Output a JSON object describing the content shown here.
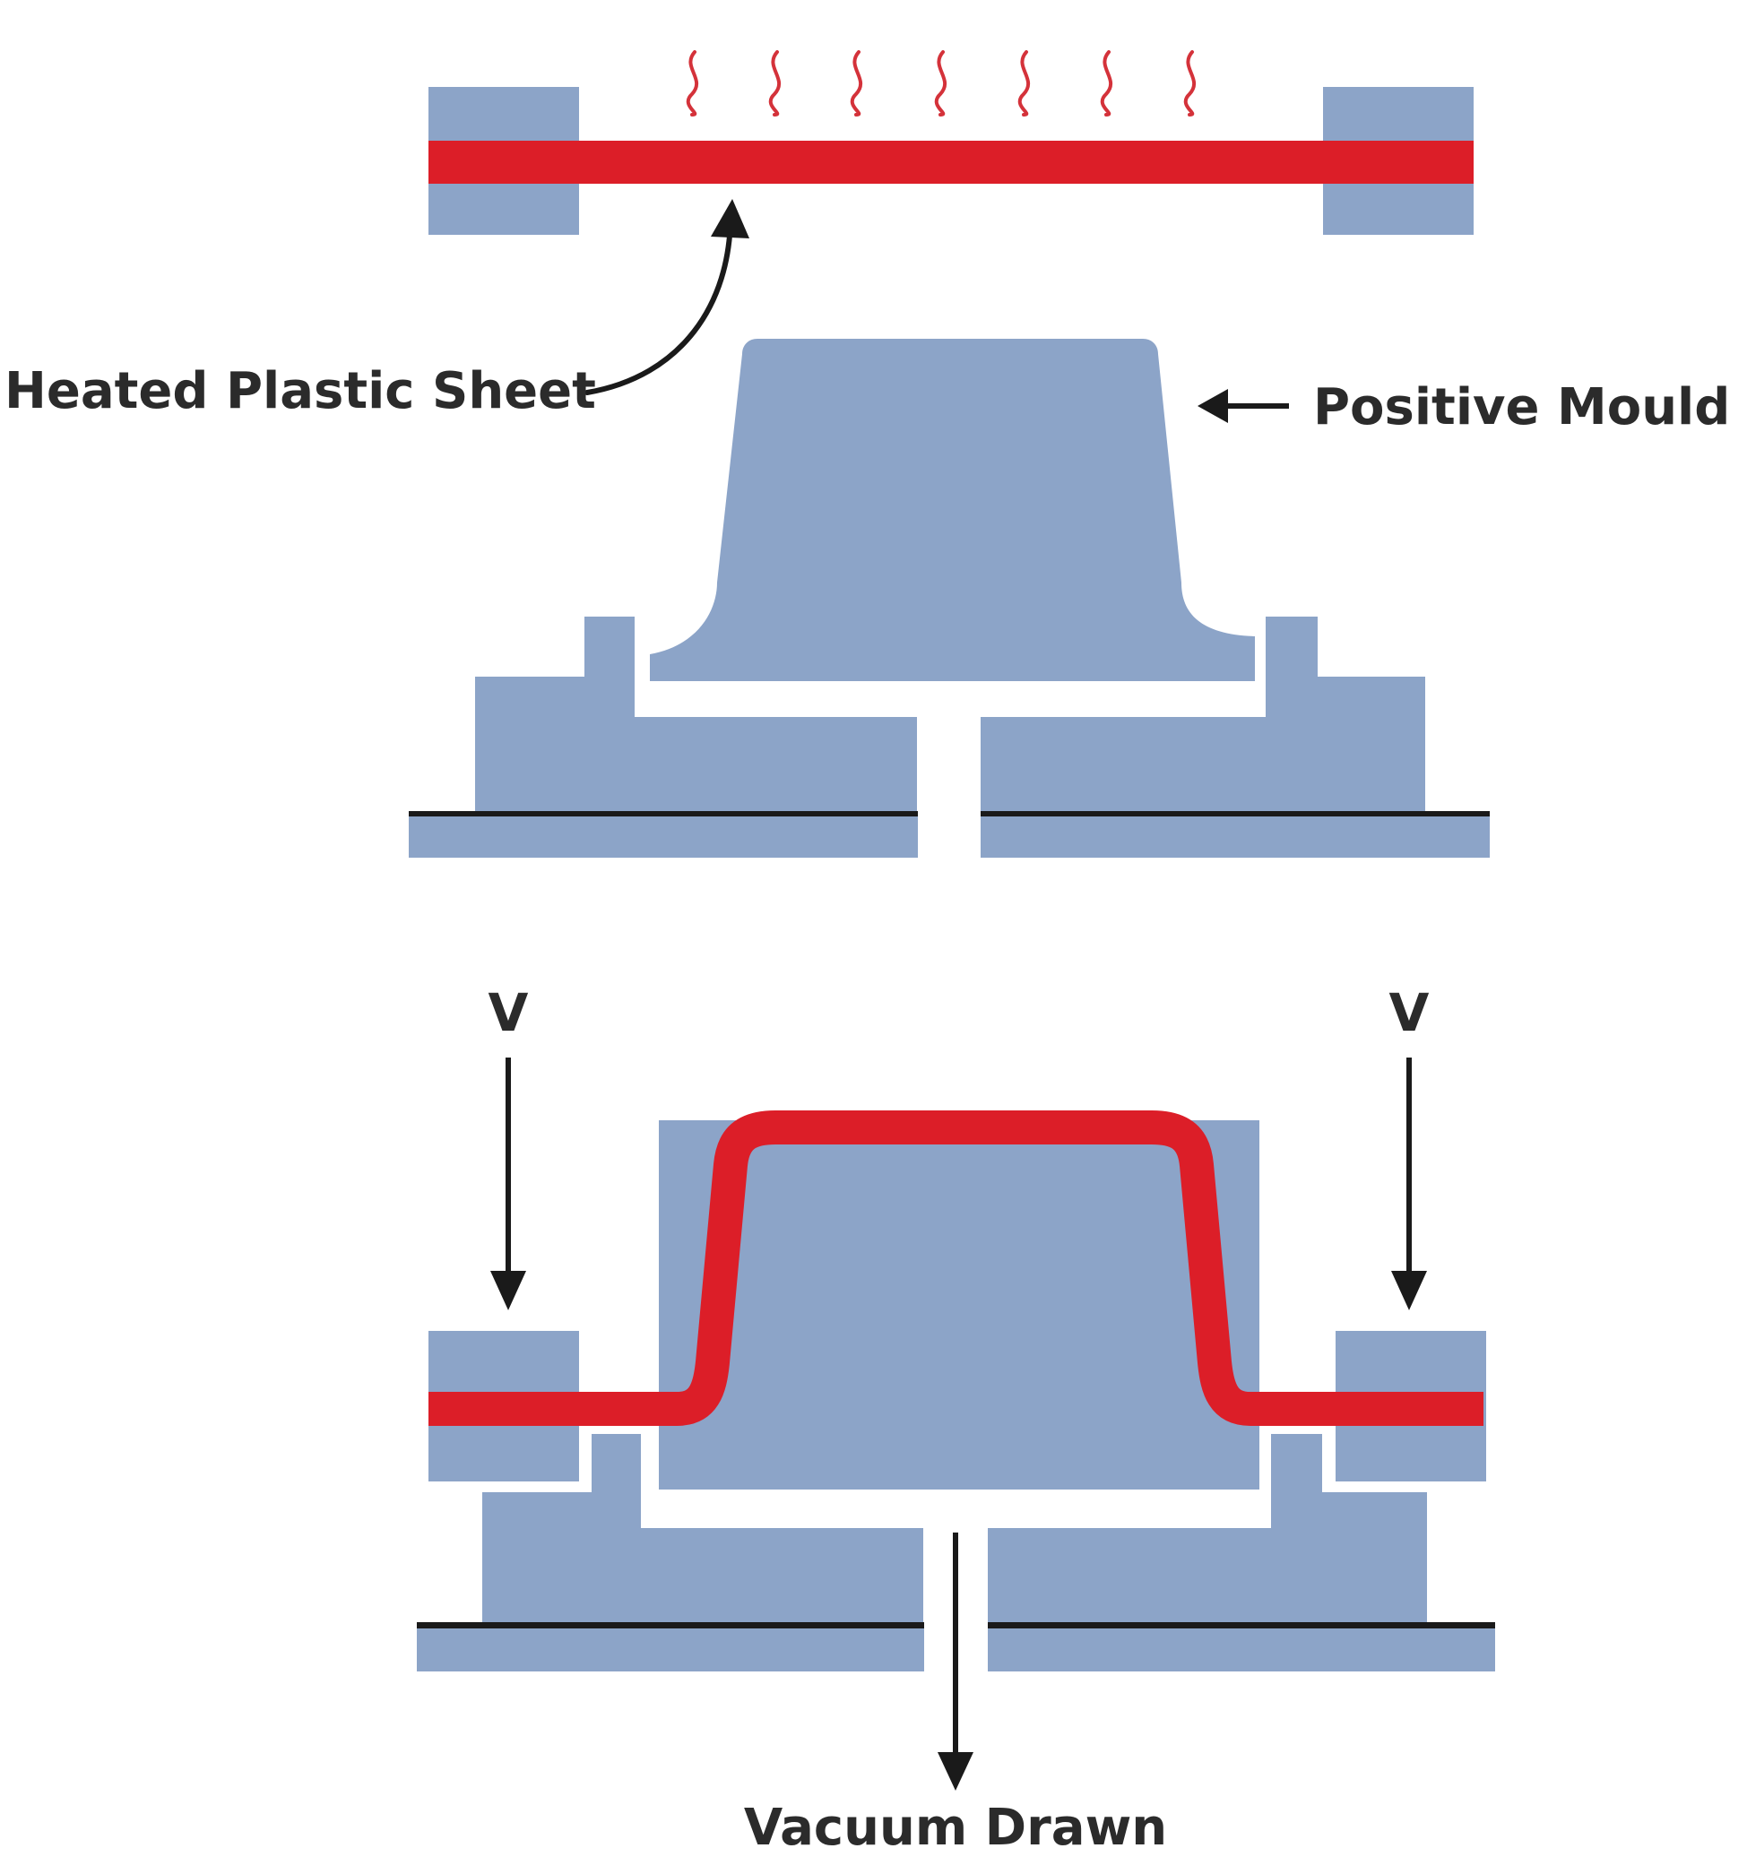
{
  "labels": {
    "heated_plastic_sheet": "Heated Plastic Sheet",
    "positive_mould": "Positive Mould",
    "vacuum_left": "V",
    "vacuum_right": "V",
    "vacuum_drawn": "Vacuum Drawn"
  },
  "colors": {
    "mould_blue": "#8ca4c8",
    "plastic_red": "#dc1e28",
    "heat_waves": "#d4323a",
    "outline": "#1a1a1a",
    "text": "#2b2b2b"
  }
}
